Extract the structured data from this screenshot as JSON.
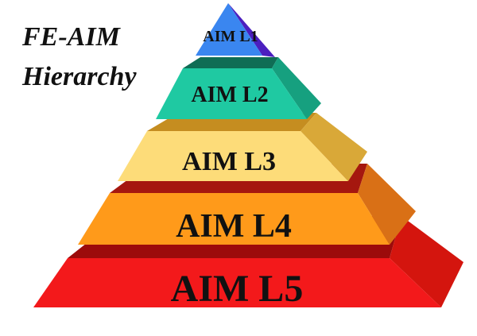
{
  "title": {
    "line1": "FE-AIM",
    "line2": "Hierarchy"
  },
  "levels": [
    {
      "label": "AIM L1",
      "front_color": "#3a86f0",
      "side_color": "#4b1fbf",
      "top_color": "#2a60c8"
    },
    {
      "label": "AIM L2",
      "front_color": "#1fc9a2",
      "side_color": "#16a07f",
      "top_color": "#0f6d55"
    },
    {
      "label": "AIM L3",
      "front_color": "#fddc79",
      "side_color": "#d9a838",
      "top_color": "#c58d20"
    },
    {
      "label": "AIM L4",
      "front_color": "#ff9a1a",
      "side_color": "#d97016",
      "top_color": "#a5170f"
    },
    {
      "label": "AIM L5",
      "front_color": "#f3191b",
      "side_color": "#d4150e",
      "top_color": "#9c0b0b"
    }
  ]
}
